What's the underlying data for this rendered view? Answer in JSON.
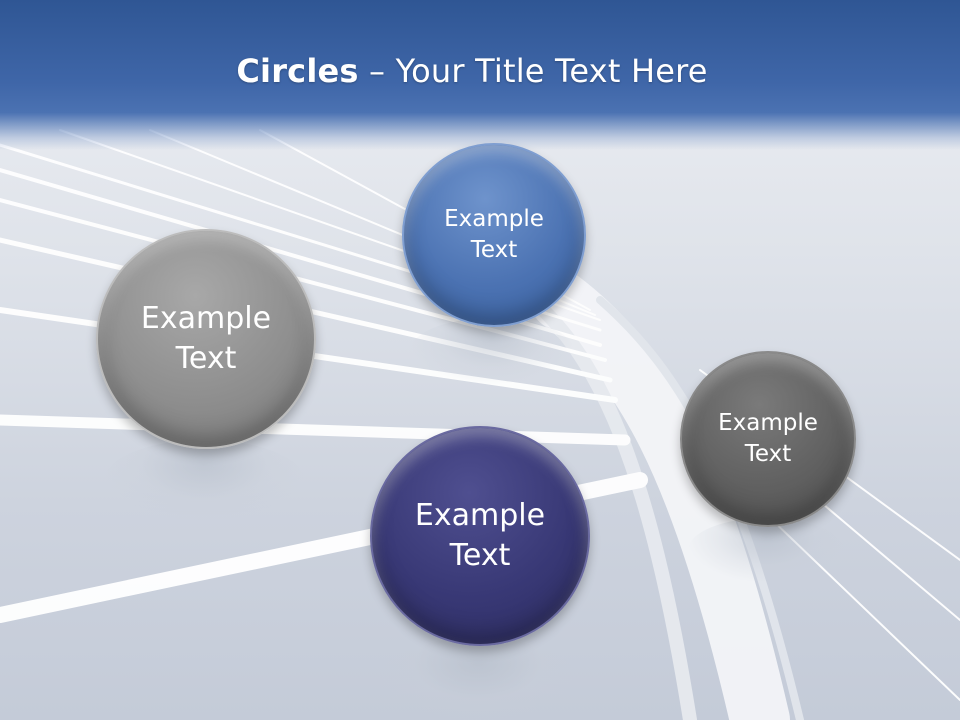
{
  "slide": {
    "title_bold": "Circles",
    "title_rest": " – Your Title Text Here"
  },
  "circles": [
    {
      "line1": "Example",
      "line2": "Text",
      "color": "#8e8e8e"
    },
    {
      "line1": "Example",
      "line2": "Text",
      "color": "#4b72b2"
    },
    {
      "line1": "Example",
      "line2": "Text",
      "color": "#606060"
    },
    {
      "line1": "Example",
      "line2": "Text",
      "color": "#383875"
    }
  ],
  "colors": {
    "header": "#3f66a8",
    "background": "#dfe3ea"
  }
}
